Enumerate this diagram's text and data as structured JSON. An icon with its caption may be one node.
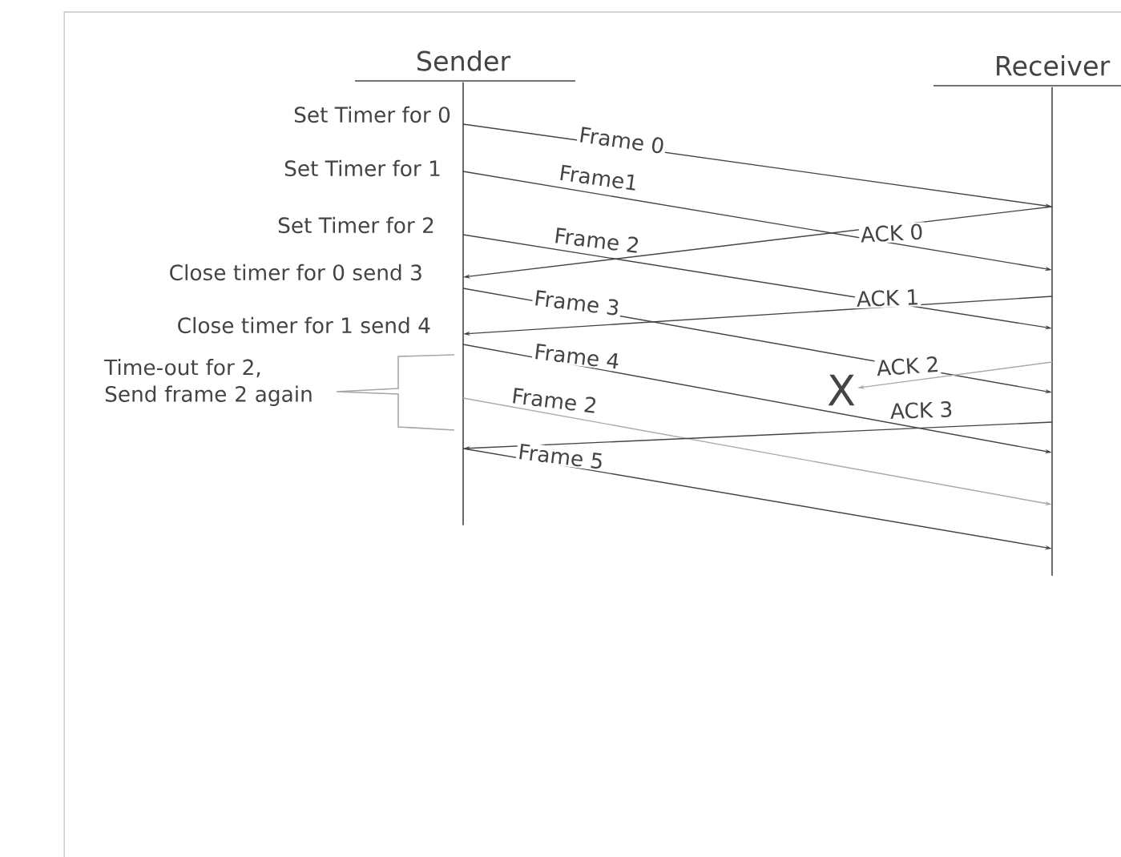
{
  "diagram": {
    "nodes": [
      {
        "text": [
          "Sender"
        ]
      },
      {
        "text": [
          "Receiver"
        ]
      },
      {
        "text": [
          "X"
        ]
      }
    ],
    "edges": [
      {
        "from": 0,
        "to": 1,
        "arrow": "to",
        "label": "Frame 0"
      },
      {
        "from": 0,
        "to": 1,
        "arrow": "to",
        "label": "Frame1"
      },
      {
        "from": 0,
        "to": 1,
        "arrow": "to",
        "label": "Frame 2"
      },
      {
        "from": 1,
        "to": 0,
        "arrow": "to",
        "label": "ACK 0"
      },
      {
        "from": 0,
        "to": 1,
        "arrow": "to",
        "label": "Frame 3"
      },
      {
        "from": 1,
        "to": 0,
        "arrow": "to",
        "label": "ACK 1"
      },
      {
        "from": 0,
        "to": 1,
        "arrow": "to",
        "label": "Frame 4"
      },
      {
        "from": 1,
        "to": 2,
        "arrow": "to",
        "label": "ACK 2",
        "color": "#aaaaaa"
      },
      {
        "from": 0,
        "to": 1,
        "arrow": "to",
        "label": "Frame 2",
        "color": "#aaaaaa"
      },
      {
        "from": 1,
        "to": 0,
        "arrow": "to",
        "label": "ACK 3"
      },
      {
        "from": 0,
        "to": 1,
        "arrow": "to",
        "label": "Frame 5"
      }
    ],
    "labels": [
      "Set Timer for 0",
      "Set Timer for 1",
      "Set Timer for 2",
      "Close timer for 0 send 3",
      "Close timer for 1 send 4",
      "Time-out for 2, Send frame 2 again"
    ]
  }
}
